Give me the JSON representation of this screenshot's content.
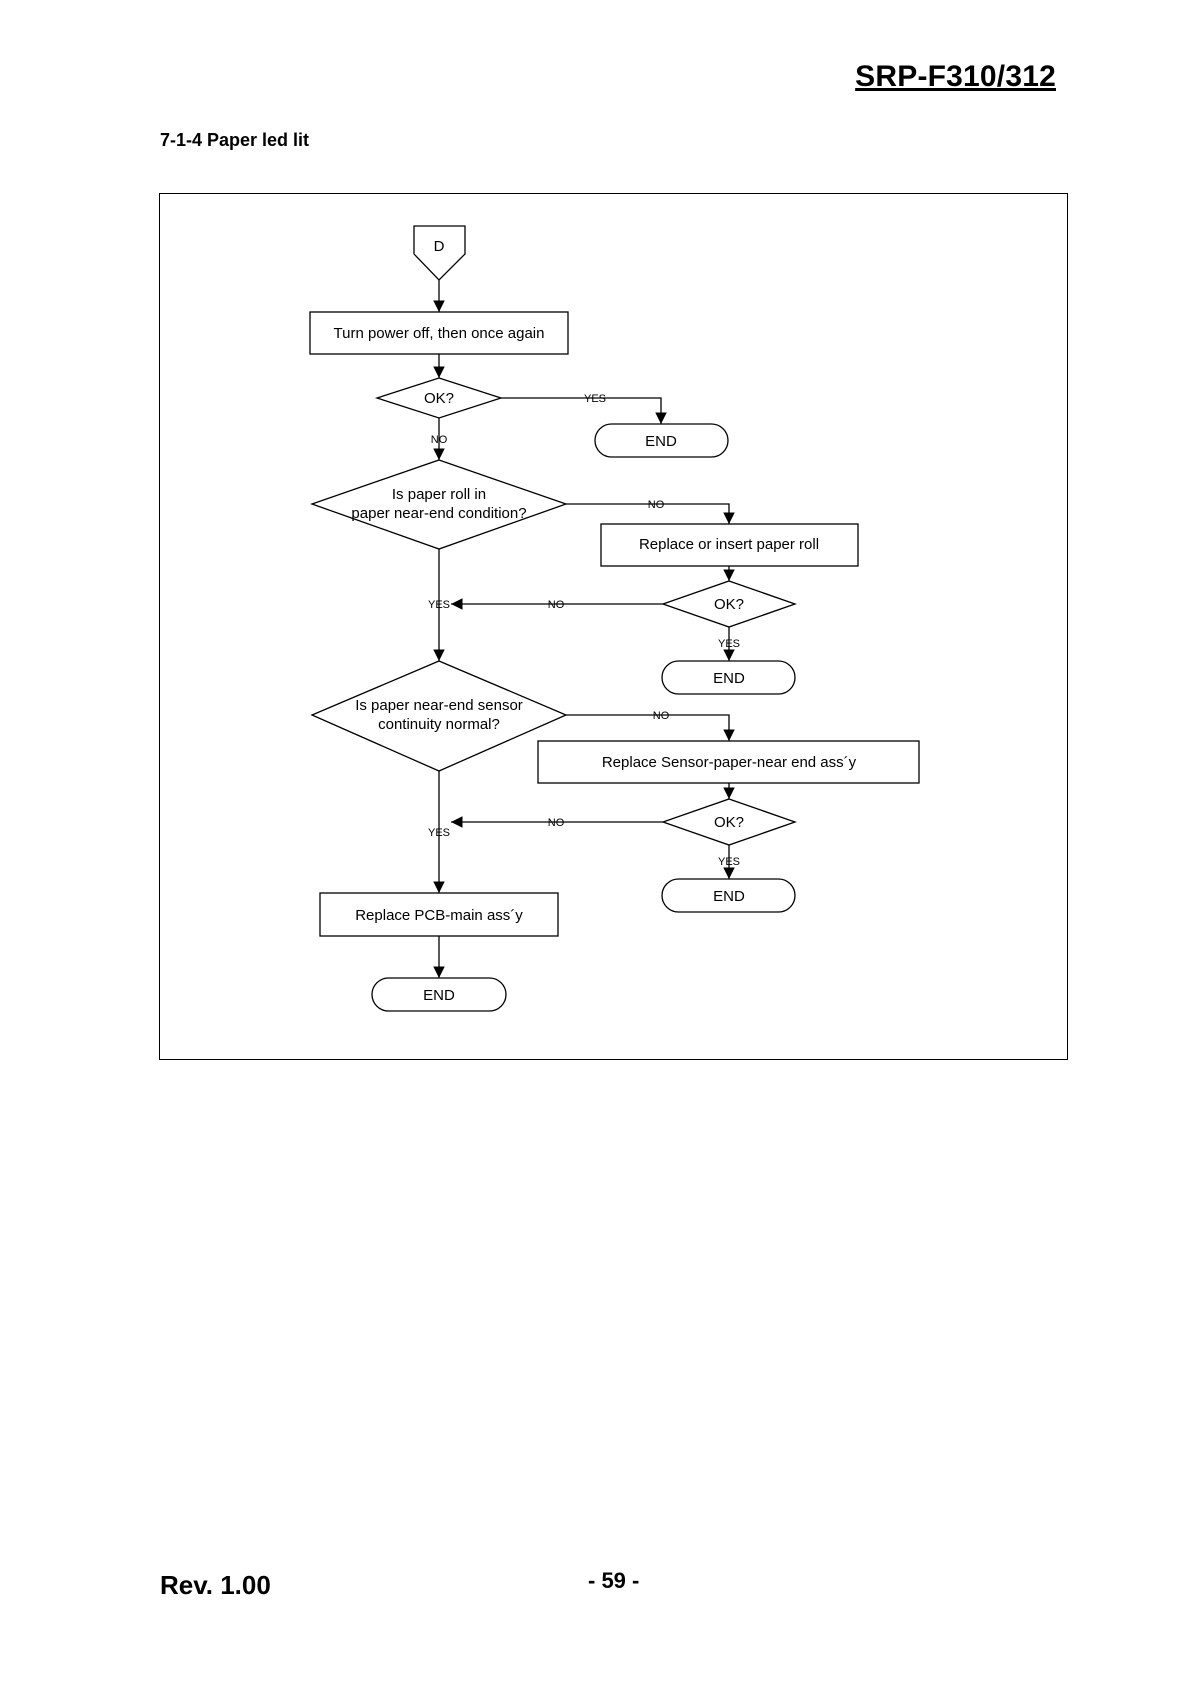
{
  "header": {
    "model": "SRP-F310/312"
  },
  "section": {
    "title": "7-1-4 Paper led lit"
  },
  "flowchart": {
    "connector_d": "D",
    "step_power": "Turn power off, then once again",
    "ok1": "OK?",
    "end1": "END",
    "q_near_end_line1": "Is paper roll in",
    "q_near_end_line2": "paper near-end condition?",
    "step_replace_roll": "Replace or insert paper roll",
    "ok2": "OK?",
    "end2": "END",
    "q_sensor_line1": "Is paper near-end sensor",
    "q_sensor_line2": "continuity normal?",
    "step_replace_sensor": "Replace Sensor-paper-near end ass´y",
    "ok3": "OK?",
    "end3": "END",
    "step_replace_pcb": "Replace PCB-main ass´y",
    "end4": "END",
    "yes": "YES",
    "no": "NO"
  },
  "footer": {
    "revision": "Rev. 1.00",
    "page": "- 59 -"
  }
}
